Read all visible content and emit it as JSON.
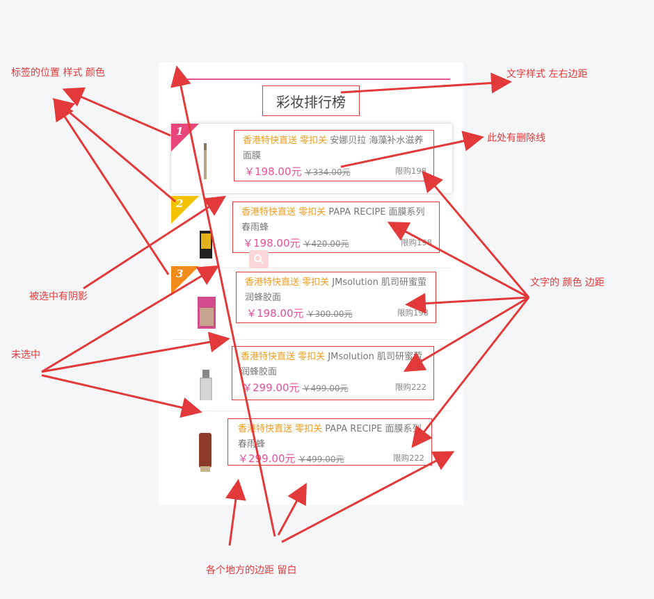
{
  "panel": {
    "title": "彩妆排行榜"
  },
  "colors": {
    "accent_pink": "#e8509a",
    "tag_orange": "#f29c1f",
    "annotation_red": "#e23a3a",
    "badge_1": "#e8457a",
    "badge_2": "#f2c200",
    "badge_3": "#f08a1a"
  },
  "items": [
    {
      "rank": "1",
      "tag": "香港特快直送 零扣关",
      "name": "安娜贝拉 海藻补水滋养面膜",
      "price": "￥198.00元",
      "old_price": "￥334.00元",
      "limit": "限购198"
    },
    {
      "rank": "2",
      "tag": "香港特快直送 零扣关",
      "name": "PAPA RECIPE 面膜系列春雨蜂",
      "price": "￥198.00元",
      "old_price": "￥420.00元",
      "limit": "限购198"
    },
    {
      "rank": "3",
      "tag": "香港特快直送 零扣关",
      "name": "JMsolution 肌司研蜜萤润蜂胶面",
      "price": "￥198.00元",
      "old_price": "￥300.00元",
      "limit": "限购198"
    },
    {
      "rank": "",
      "tag": "香港特快直送 零扣关",
      "name": "JMsolution 肌司研蜜萤润蜂胶面",
      "price": "￥299.00元",
      "old_price": "￥499.00元",
      "limit": "限购222"
    },
    {
      "rank": "",
      "tag": "香港特快直送 零扣关",
      "name": "PAPA RECIPE 面膜系列春雨蜂",
      "price": "￥299.00元",
      "old_price": "￥499.00元",
      "limit": "限购222"
    }
  ],
  "annotations": {
    "label_position": "标签的位置 样式 颜色",
    "text_style_margin": "文字样式 左右边距",
    "strikethrough": "此处有删除线",
    "selected_shadow": "被选中有阴影",
    "text_color_margin": "文字的 颜色 边距",
    "unselected": "未选中",
    "margins_whitespace": "各个地方的边距 留白"
  },
  "icons": {
    "search": "search-icon"
  }
}
